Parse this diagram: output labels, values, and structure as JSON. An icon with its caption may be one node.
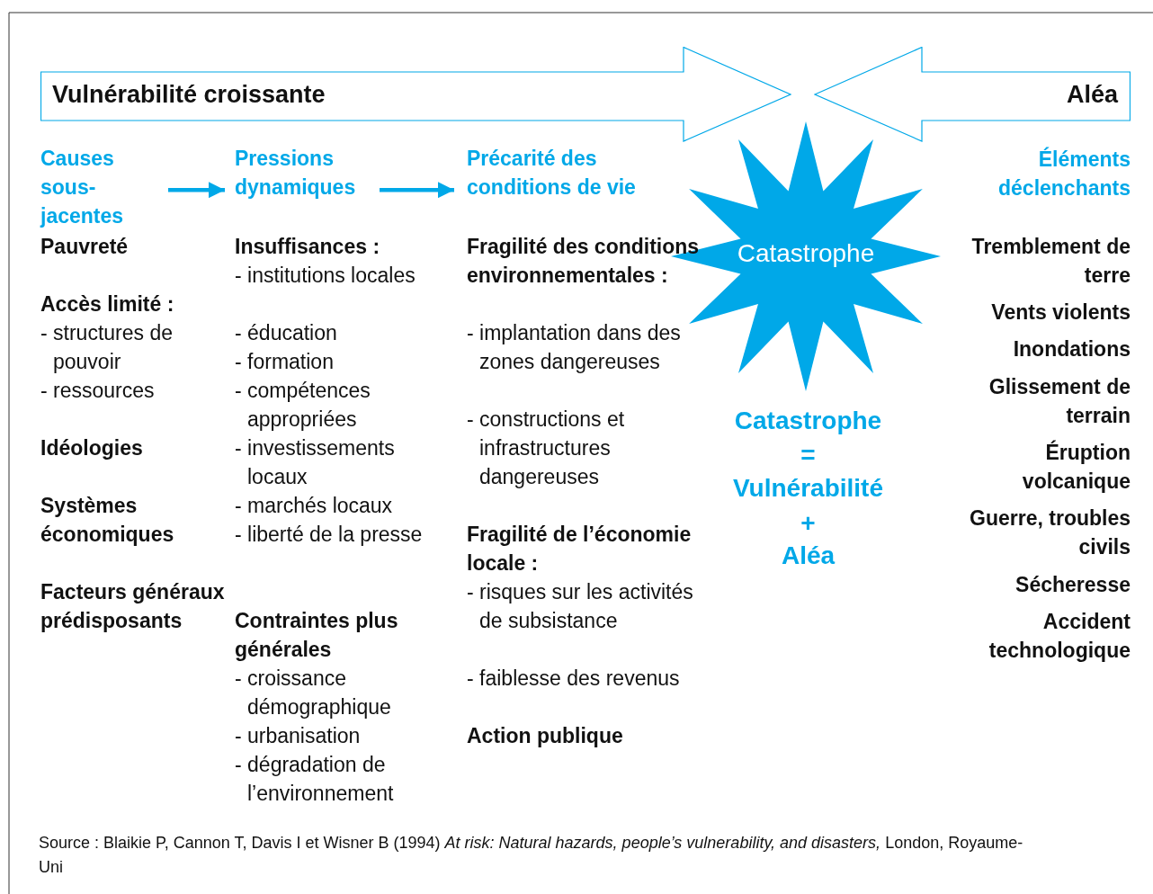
{
  "diagram": {
    "caption": "Source : Blaikie P, Cannon T, Davis I et Wisner B (1994) *At risk: Natural hazards, people’s vulnerability, and disasters,* London, Royaume-Uni",
    "nodes": [
      {
        "text": [
          "Vulnérabilité croissante"
        ]
      },
      {
        "text": [
          "Aléa"
        ]
      },
      {
        "text": [
          "Catastrophe"
        ]
      },
      {
        "text": [
          "Causes sous-jacentes"
        ]
      },
      {
        "text": [
          "Pressions dynamiques"
        ]
      },
      {
        "text": [
          "Précarité des conditions de vie"
        ]
      }
    ],
    "edges": [
      {
        "from": 3,
        "to": 4,
        "arrow": "to"
      },
      {
        "from": 4,
        "to": 5,
        "arrow": "to"
      }
    ],
    "labels": [
      "Pauvreté",
      "Accès limité :",
      "- structures de pouvoir",
      "- ressources",
      "Idéologies",
      "Systèmes économiques",
      "Facteurs généraux prédisposants",
      "Insuffisances :",
      "- institutions locales",
      "- éducation",
      "- formation",
      "- compétences appropriées",
      "- investissements locaux",
      "- marchés locaux",
      "- liberté de la presse",
      "Contraintes plus générales",
      "- croissance démographique",
      "- urbanisation",
      "- dégradation de l’environnement",
      "Fragilité des conditions environnementales :",
      "- implantation dans des zones dangereuses",
      "- constructions et infrastructures dangereuses",
      "Fragilité de l’économie locale :",
      "- risques sur les activités de subsistance",
      "- faiblesse des revenus",
      "Action publique",
      "Catastrophe",
      "=",
      "Vulnérabilité",
      "+",
      "Aléa",
      "Éléments déclenchants",
      "Tremblement de terre",
      "Vents violents",
      "Inondations",
      "Glissement de terrain",
      "Éruption volcanique",
      "Guerre, troubles civils",
      "Sécheresse",
      "Accident technologique"
    ]
  }
}
